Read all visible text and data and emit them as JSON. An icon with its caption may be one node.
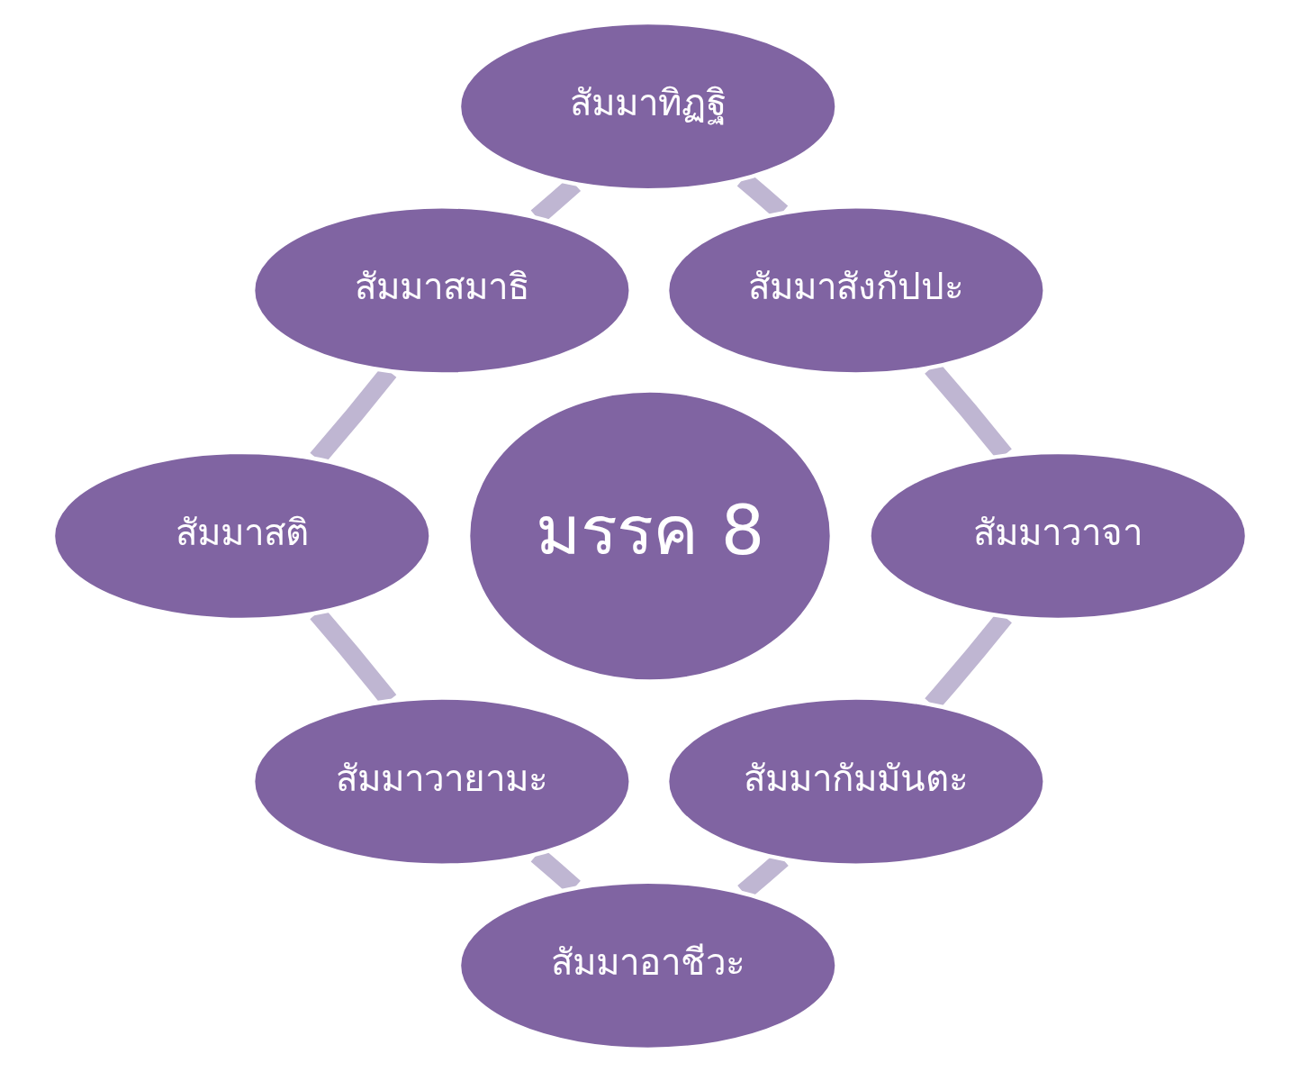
{
  "diagram": {
    "nodes": [
      {
        "text": [
          "มรรค 8"
        ]
      },
      {
        "text": [
          "สัมมาทิฏฐิ"
        ]
      },
      {
        "text": [
          "สัมมาสังกัปปะ"
        ]
      },
      {
        "text": [
          "สัมมาวาจา"
        ]
      },
      {
        "text": [
          "สัมมากัมมันตะ"
        ]
      },
      {
        "text": [
          "สัมมาอาชีวะ"
        ]
      },
      {
        "text": [
          "สัมมาวายามะ"
        ]
      },
      {
        "text": [
          "สัมมาสติ"
        ]
      },
      {
        "text": [
          "สัมมาสมาธิ"
        ]
      }
    ],
    "edges": [
      {
        "from": 1,
        "to": 2,
        "arrow": "none"
      },
      {
        "from": 2,
        "to": 3,
        "arrow": "none"
      },
      {
        "from": 3,
        "to": 4,
        "arrow": "none"
      },
      {
        "from": 4,
        "to": 5,
        "arrow": "none"
      },
      {
        "from": 5,
        "to": 6,
        "arrow": "none"
      },
      {
        "from": 6,
        "to": 7,
        "arrow": "none"
      },
      {
        "from": 7,
        "to": 8,
        "arrow": "none"
      },
      {
        "from": 8,
        "to": 1,
        "arrow": "none"
      }
    ]
  }
}
